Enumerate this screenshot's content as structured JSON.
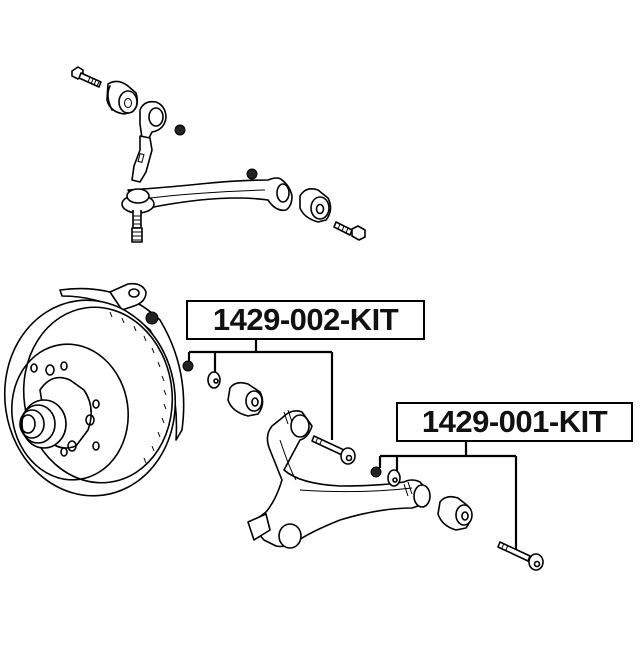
{
  "diagram": {
    "type": "exploded-parts-view",
    "subject": "front suspension control arms with brake rotor and hub",
    "labels": [
      {
        "id": "kit-a",
        "text": "1429-002-KIT",
        "covers": [
          "nut",
          "washer",
          "bushing",
          "bolt"
        ]
      },
      {
        "id": "kit-b",
        "text": "1429-001-KIT",
        "covers": [
          "nut",
          "washer",
          "bushing",
          "bolt"
        ]
      }
    ],
    "components": [
      "upper-control-arm",
      "upper-arm-front-bolt",
      "upper-arm-front-bushing",
      "upper-arm-nuts",
      "upper-arm-rear-bushing",
      "upper-arm-rear-bolt",
      "ball-joint",
      "brake-disc-rotor",
      "wheel-hub",
      "dust-shield",
      "lower-control-arm"
    ],
    "colors": {
      "line": "#000000",
      "background": "#ffffff"
    }
  }
}
